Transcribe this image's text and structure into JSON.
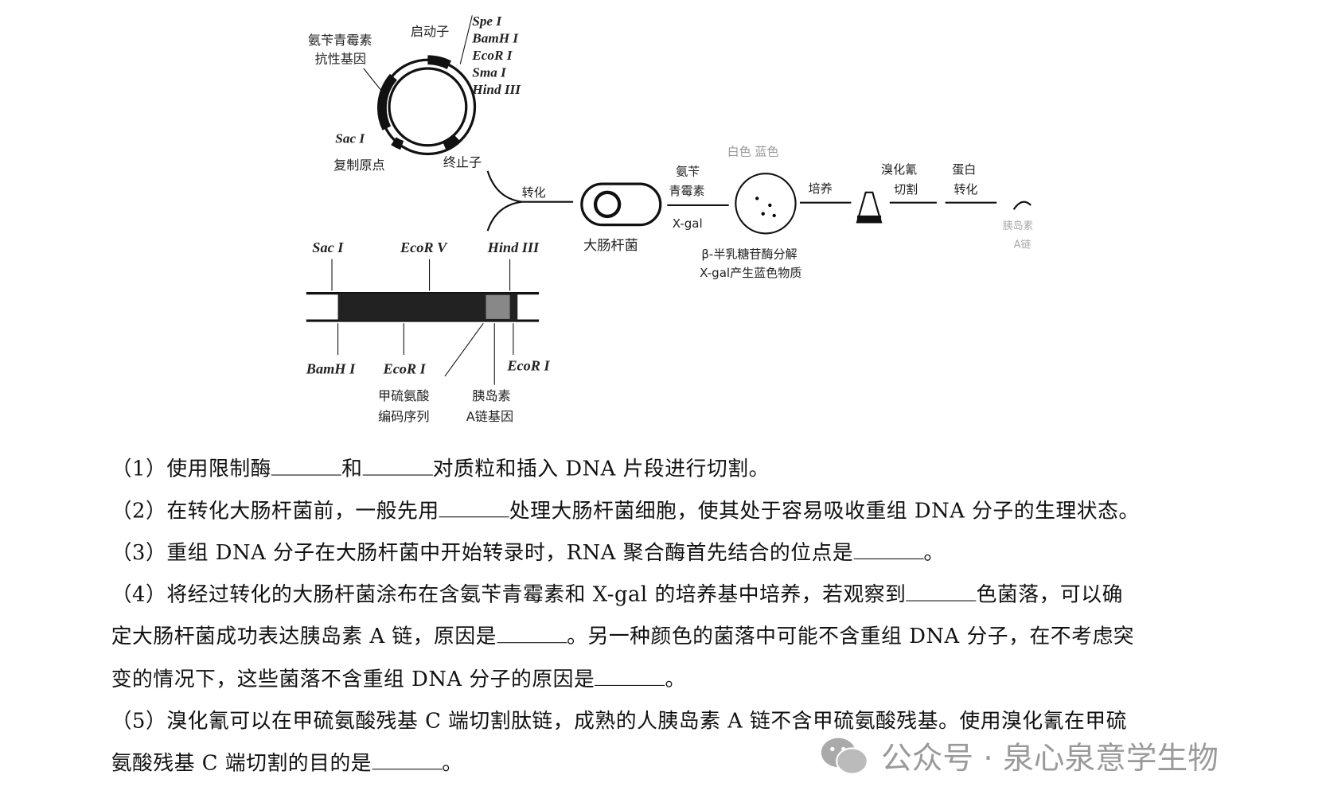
{
  "diagram": {
    "plasmid": {
      "amp": [
        "氨苄青霉素",
        "抗性基因"
      ],
      "promoter": "启动子",
      "sites": [
        "Spe I",
        "BamH I",
        "EcoR I",
        "Sma I",
        "Hind III"
      ],
      "sac": "Sac I",
      "ori": "复制原点",
      "terminator": "终止子"
    },
    "fragment": {
      "top": [
        "Sac I",
        "EcoR V",
        "Hind III"
      ],
      "bottom": [
        "BamH I",
        "EcoR I",
        "EcoR I"
      ],
      "met": [
        "甲硫氨酸",
        "编码序列"
      ],
      "insA": [
        "胰岛素",
        "A链基因"
      ]
    },
    "flow": {
      "transform": "转化",
      "ecoli": "大肠杆菌",
      "amp": "氨苄",
      "amp2": "青霉素",
      "xgal": "X-gal",
      "colors": "白色 蓝色",
      "note": [
        "β-半乳糖苷酶分解",
        "X-gal产生蓝色物质"
      ],
      "culture": "培养",
      "cnbr": "溴化氰",
      "cut": "切割",
      "prot": "蛋白",
      "conv": "转化",
      "product": [
        "胰岛素",
        "A链"
      ]
    }
  },
  "questions": {
    "q1": [
      "（1）使用限制酶",
      "和",
      "对质粒和插入 DNA 片段进行切割。"
    ],
    "q2": [
      "（2）在转化大肠杆菌前，一般先用",
      "处理大肠杆菌细胞，使其处于容易吸收重组 DNA 分子的生理状态。"
    ],
    "q3": [
      "（3）重组 DNA 分子在大肠杆菌中开始转录时，RNA 聚合酶首先结合的位点是",
      "。"
    ],
    "q4a": [
      "（4）将经过转化的大肠杆菌涂布在含氨苄青霉素和 X-gal 的培养基中培养，若观察到",
      "色菌落，可以确"
    ],
    "q4b": [
      "定大肠杆菌成功表达胰岛素 A 链，原因是",
      "。另一种颜色的菌落中可能不含重组 DNA 分子，在不考虑突"
    ],
    "q4c": [
      "变的情况下，这些菌落不含重组 DNA 分子的原因是",
      "。"
    ],
    "q5a": "（5）溴化氰可以在甲硫氨酸残基 C 端切割肽链，成熟的人胰岛素 A 链不含甲硫氨酸残基。使用溴化氰在甲硫",
    "q5b": [
      "氨酸残基 C 端切割的目的是",
      "。"
    ]
  },
  "watermark": "公众号 · 泉心泉意学生物"
}
